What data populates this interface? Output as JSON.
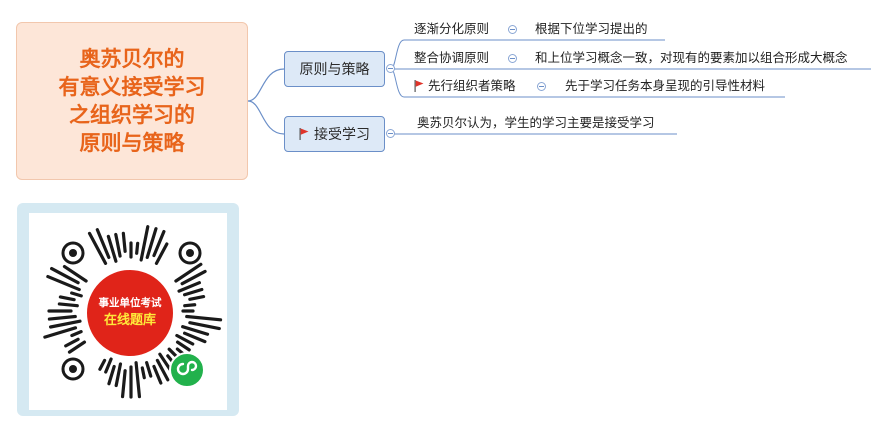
{
  "root": {
    "lines": [
      "奥苏贝尔的",
      "有意义接受学习",
      "之组织学习的",
      "原则与策略"
    ]
  },
  "branches": [
    {
      "label": "原则与策略",
      "flag": false,
      "children": [
        {
          "label": "逐渐分化原则",
          "flag": false,
          "detail": "根据下位学习提出的"
        },
        {
          "label": "整合协调原则",
          "flag": false,
          "detail": "和上位学习概念一致，对现有的要素加以组合形成大概念"
        },
        {
          "label": "先行组织者策略",
          "flag": true,
          "detail": "先于学习任务本身呈现的引导性材料"
        }
      ]
    },
    {
      "label": "接受学习",
      "flag": true,
      "detail": "奥苏贝尔认为，学生的学习主要是接受学习"
    }
  ],
  "qr": {
    "line1": "事业单位考试",
    "line2": "在线题库"
  },
  "colors": {
    "root_text": "#e8641b",
    "root_bg": "#fde6d8",
    "branch_bg": "#dde9f7",
    "branch_border": "#6b8fc8",
    "flag": "#e0342a",
    "qr_red": "#e02419",
    "qr_badge": "#22b14c"
  }
}
